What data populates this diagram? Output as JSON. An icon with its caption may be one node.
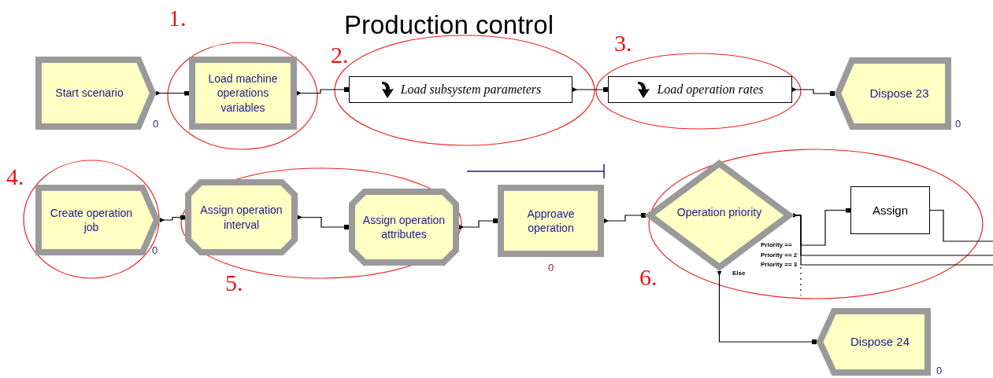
{
  "diagram": {
    "title": "Production control",
    "nodes": [
      {
        "text": [
          "Start scenario"
        ],
        "beside": [
          "0"
        ]
      },
      {
        "text": [
          "Load machine operations variables"
        ]
      },
      {
        "text": [
          "Load subsystem parameters"
        ]
      },
      {
        "text": [
          "Load operation rates"
        ]
      },
      {
        "text": [
          "Dispose 23"
        ],
        "beside": [
          "0"
        ]
      },
      {
        "text": [
          "Create operation job"
        ],
        "beside": [
          "0"
        ]
      },
      {
        "text": [
          "Assign operation interval"
        ]
      },
      {
        "text": [
          "Assign operation attributes"
        ]
      },
      {
        "text": [
          "Approave operation"
        ],
        "beside": [
          "0"
        ]
      },
      {
        "text": [
          "Operation priority"
        ]
      },
      {
        "text": [
          "Assign"
        ]
      },
      {
        "text": [
          "Dispose 24"
        ],
        "beside": [
          "0"
        ]
      }
    ],
    "edges": [
      {
        "from": 0,
        "to": 1,
        "arrow": "other"
      },
      {
        "from": 1,
        "to": 2,
        "arrow": "other"
      },
      {
        "from": 2,
        "to": 3,
        "arrow": "other"
      },
      {
        "from": 3,
        "to": 4,
        "arrow": "other"
      },
      {
        "from": 5,
        "to": 6,
        "arrow": "other"
      },
      {
        "from": 6,
        "to": 7,
        "arrow": "other"
      },
      {
        "from": 7,
        "to": 8,
        "arrow": "other"
      },
      {
        "from": 8,
        "to": 9,
        "arrow": "other"
      },
      {
        "from": 9,
        "to": 10,
        "arrow": "other",
        "label": "Priority =="
      },
      {
        "from": 9,
        "to": null,
        "arrow": "none",
        "label": "Priority == 2"
      },
      {
        "from": 9,
        "to": null,
        "arrow": "none",
        "label": "Priority == 3"
      },
      {
        "from": 9,
        "to": 11,
        "arrow": "other",
        "label": "Else"
      },
      {
        "from": 10,
        "to": null,
        "arrow": "none"
      }
    ],
    "labels": [
      "1.",
      "2.",
      "3.",
      "4.",
      "5.",
      "6."
    ]
  }
}
